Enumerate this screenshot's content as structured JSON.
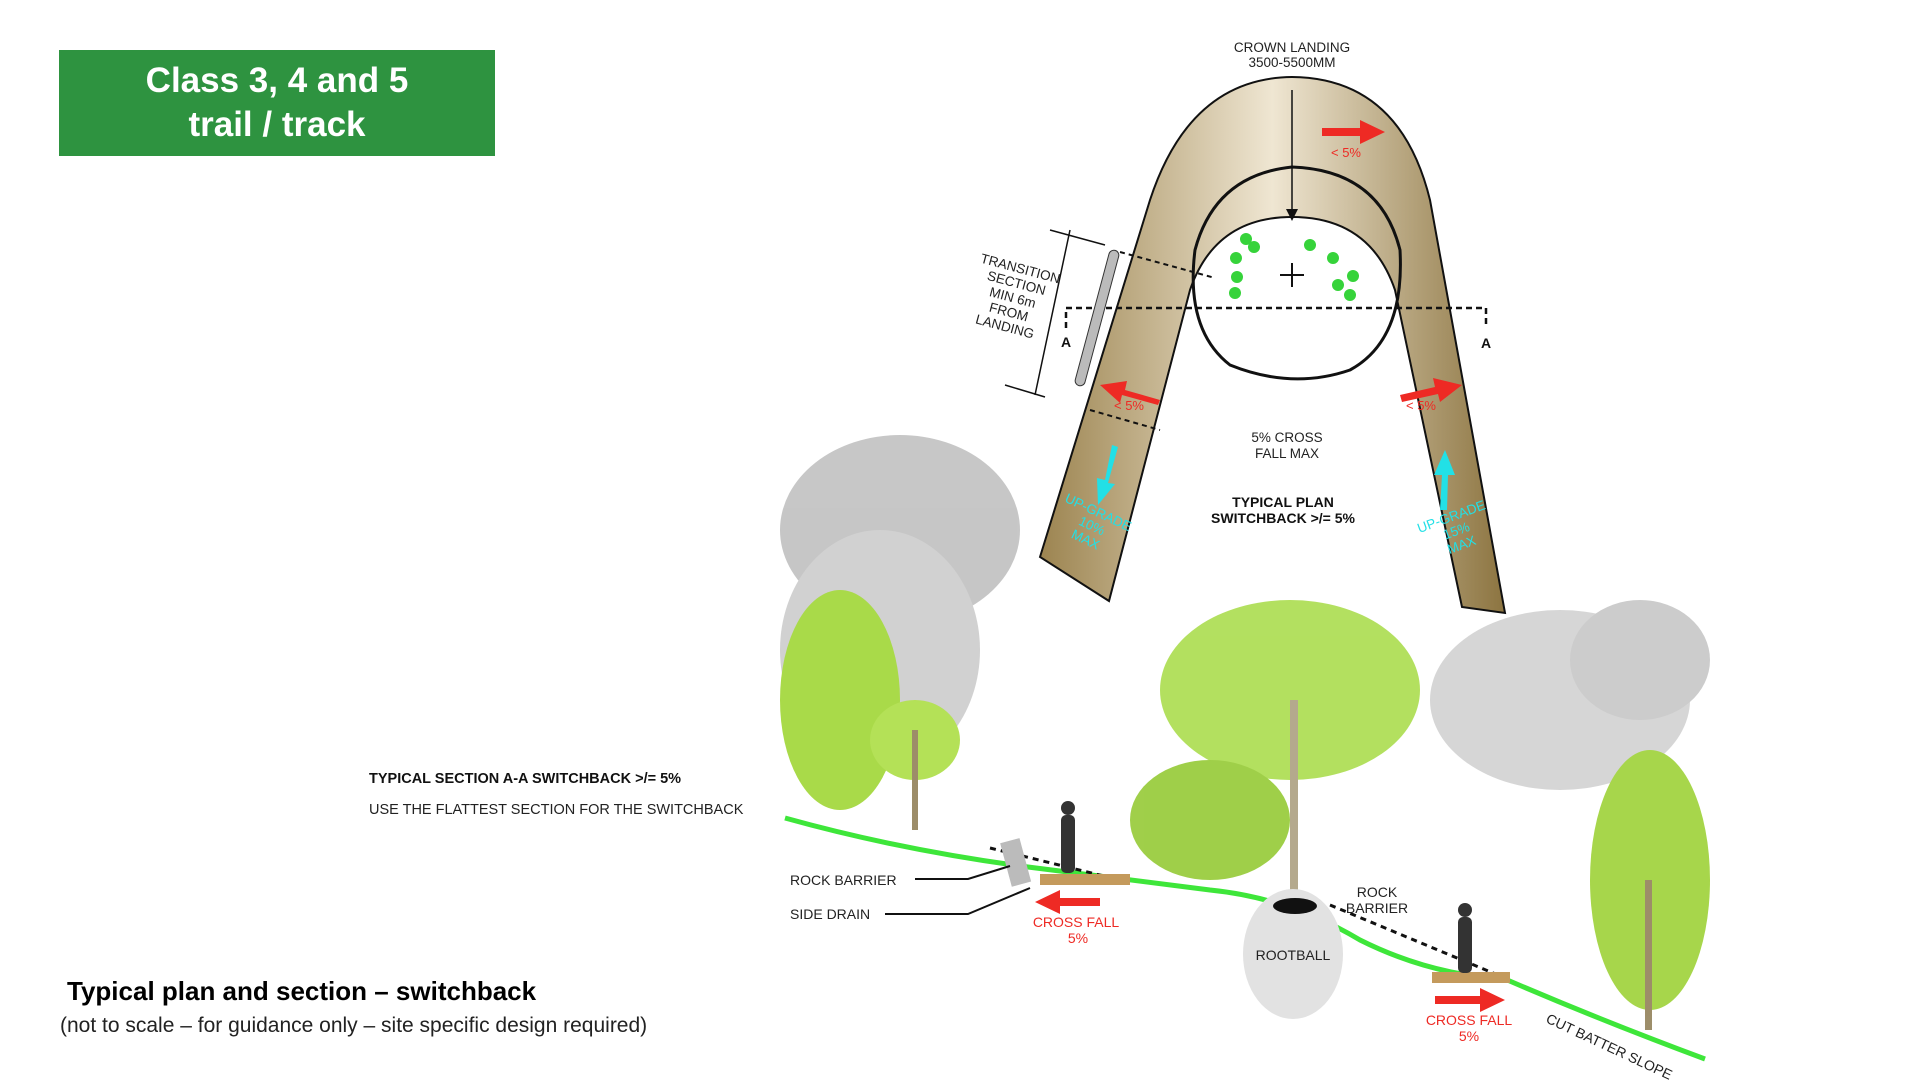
{
  "title": {
    "line1": "Class 3, 4 and 5",
    "line2": "trail / track"
  },
  "section": {
    "title": "TYPICAL SECTION A-A  SWITCHBACK >/= 5%",
    "subtitle": "USE THE FLATTEST SECTION FOR THE SWITCHBACK",
    "labels": {
      "rock_barrier_left": "ROCK BARRIER",
      "side_drain": "SIDE DRAIN",
      "cross_fall_left_1": "CROSS FALL",
      "cross_fall_left_2": "5%",
      "rock_barrier_right_1": "ROCK",
      "rock_barrier_right_2": "BARRIER",
      "rootball": "ROOTBALL",
      "cross_fall_right_1": "CROSS FALL",
      "cross_fall_right_2": "5%",
      "cut_batter_slope": "CUT BATTER SLOPE"
    }
  },
  "plan": {
    "crown_landing_1": "CROWN LANDING",
    "crown_landing_2": "3500-5500MM",
    "transition": [
      "TRANSITION",
      "SECTION",
      "MIN 6m",
      "FROM",
      "LANDING"
    ],
    "section_marker": "A",
    "grade_lt": "< 5%",
    "cross_fall_1": "5% CROSS",
    "cross_fall_2": "FALL MAX",
    "plan_title_1": "TYPICAL PLAN",
    "plan_title_2": "SWITCHBACK >/= 5%",
    "upgrade_left": [
      "UP-GRADE",
      "10%",
      "MAX"
    ],
    "upgrade_right": [
      "UP-GRADE",
      "15%",
      "MAX"
    ]
  },
  "caption": {
    "title": "Typical plan and section – switchback",
    "subtitle": "(not to scale – for guidance only – site specific design required)"
  },
  "colors": {
    "title_bg": "#2e9340",
    "arrow_red": "#ee2a24",
    "arrow_cyan": "#22e0e6",
    "ground_green": "#3ee63a",
    "track": "#b8a06a"
  }
}
